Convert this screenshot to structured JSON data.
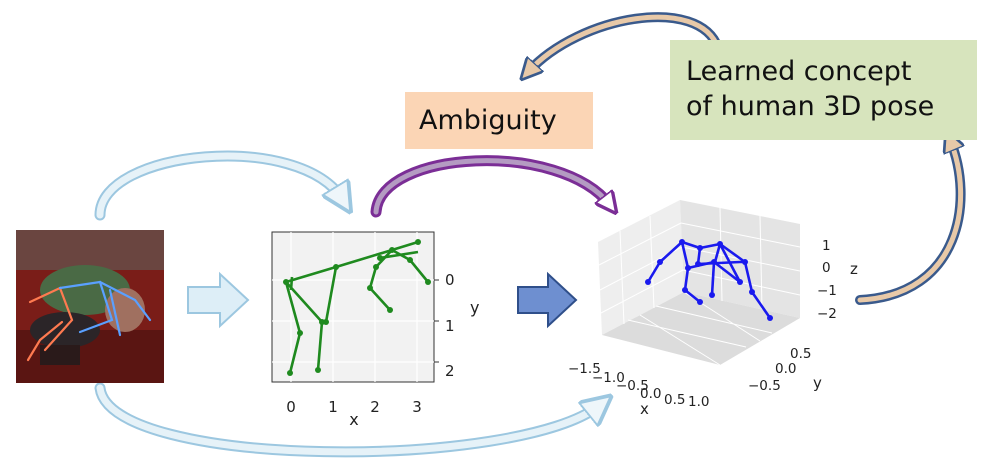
{
  "boxes": {
    "ambiguity": {
      "text": "Ambiguity",
      "color": "#fbd5b5"
    },
    "concept": {
      "line1": "Learned concept",
      "line2": "of human 3D pose",
      "color": "#d7e4bd"
    }
  },
  "plot2d": {
    "xlabel": "x",
    "ylabel": "y",
    "xticks": [
      "0",
      "1",
      "2",
      "3"
    ],
    "yticks": [
      "0",
      "1",
      "2"
    ],
    "line_color": "#1f8a1f"
  },
  "plot3d": {
    "xlabel": "x",
    "ylabel": "y",
    "zlabel": "z",
    "xticks": [
      "−1.5",
      "−1.0",
      "−0.5",
      "0.0",
      "0.5",
      "1.0"
    ],
    "yticks": [
      "0.5",
      "0.0",
      "−0.5"
    ],
    "zticks": [
      "1",
      "0",
      "−1",
      "−2"
    ],
    "line_color": "#1a1aee"
  },
  "colors": {
    "arrow_light_blue": "#ddeef7",
    "arrow_outline_blue": "#9cc7e0",
    "arrow_dark_blue": "#6e8fd0",
    "arrow_purple": "#7b2e96",
    "arrow_navy": "#3a5a8c",
    "arrow_tan": "#e8c9a8"
  },
  "icons": [
    "photo-thumbnail",
    "arrow-right-icon",
    "curved-arrow-icon"
  ]
}
